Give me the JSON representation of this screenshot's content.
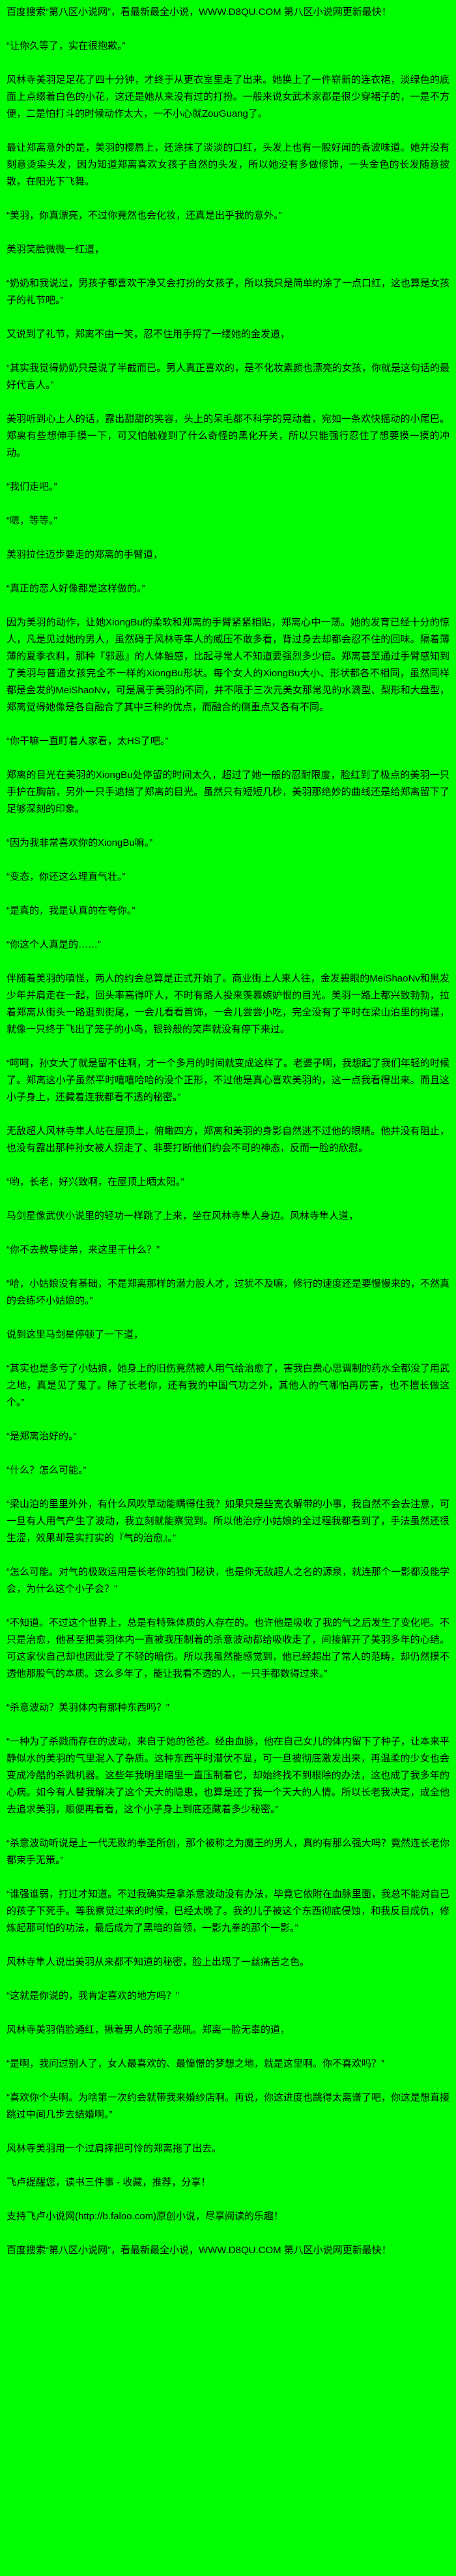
{
  "page": {
    "background_color": "#00ff00",
    "text_color": "#000000"
  },
  "header": {
    "promo": "百度搜索“第八区小说网”，看最新最全小说，WWW.D8QU.COM 第八区小说网更新最快！"
  },
  "content": {
    "paragraphs": [
      "“让你久等了，实在很抱歉。”",
      "风林寺美羽足足花了四十分钟，才终于从更衣室里走了出来。她换上了一件崭新的连衣裙，淡绿色的底面上点缀着白色的小花，这还是她从来没有过的打扮。一般来说女武术家都是很少穿裙子的，一是不方便，二是怕打斗的时候动作太大，一不小心就ZouGuang了。",
      "最让郑离意外的是，美羽的樱唇上，还涂抹了淡淡的口红，头发上也有一股好闻的香波味道。她并没有刻意烫染头发，因为知道郑离喜欢女孩子自然的头发，所以她没有多做修饰，一头金色的长发随意披散，在阳光下飞舞。",
      "“美羽，你真漂亮，不过你竟然也会化妆，还真是出乎我的意外。”",
      "美羽笑脸微微一红道，",
      "“奶奶和我说过，男孩子都喜欢干净又会打扮的女孩子，所以我只是简单的涂了一点口红，这也算是女孩子的礼节吧。”",
      "又说到了礼节，郑离不由一笑，忍不住用手捋了一缕她的金发道，",
      "“其实我觉得奶奶只是说了半截而已。男人真正喜欢的，是不化妆素颜也漂亮的女孩，你就是这句话的最好代言人。”",
      "美羽听到心上人的话，露出甜甜的笑容，头上的呆毛都不科学的晃动着，宛如一条欢快摇动的小尾巴。郑离有些想伸手摸一下，可又怕触碰到了什么奇怪的黑化开关，所以只能强行忍住了想要摸一摸的冲动。",
      "“我们走吧。”",
      "“嗯，等等。”",
      "美羽拉住迈步要走的郑离的手臂道，",
      "“真正的恋人好像都是这样做的。”",
      "因为美羽的动作，让她XiongBu的柔软和郑离的手臂紧紧相贴，郑离心中一荡。她的发育已经十分的惊人，凡是见过她的男人，虽然碍于风林寺隼人的威压不敢多看，背过身去却都会忍不住的回味。隔着薄薄的夏季衣料，那种『邪恶』的人体触感，比起寻常人不知道要强烈多少倍。郑离甚至通过手臂感知到了美羽与普通女孩完全不一样的XiongBu形状。每个女人的XiongBu大小、形状都各不相同，虽然同样都是金发的MeiShaoNv，可是属于美羽的不同，并不限于三次元美女那常见的水滴型、梨形和大盘型，郑离觉得她像是各自融合了其中三种的优点，而融合的侧重点又各有不同。",
      "“你干嘛一直盯着人家看，太HS了吧。”",
      "郑离的目光在美羽的XiongBu处停留的时间太久，超过了她一般的忍耐限度，脸红到了极点的美羽一只手护在胸前，另外一只手遮挡了郑离的目光。虽然只有短短几秒，美羽那绝妙的曲线还是给郑离留下了足够深刻的印象。",
      "“因为我非常喜欢你的XiongBu嘛。”",
      "“变态，你还这么理直气壮。”",
      "“是真的，我是认真的在夸你。”",
      "“你这个人真是的……”",
      "伴随着美羽的嗔怪，两人的约会总算是正式开始了。商业街上人来人往，金发碧眼的MeiShaoNv和黑发少年并肩走在一起，回头率高得吓人，不时有路人投来羡慕嫉妒恨的目光。美羽一路上都兴致勃勃，拉着郑离从街头一路逛到街尾，一会儿看看首饰，一会儿尝尝小吃，完全没有了平时在梁山泊里的拘谨，就像一只终于飞出了笼子的小鸟，银铃般的笑声就没有停下来过。",
      "“呵呵，孙女大了就是留不住啊，才一个多月的时间就变成这样了。老婆子啊，我想起了我们年轻的时候了。郑离这小子虽然平时嘻嘻哈哈的没个正形，不过他是真心喜欢美羽的，这一点我看得出来。而且这小子身上，还藏着连我都看不透的秘密。”",
      "无敌超人风林寺隼人站在屋顶上，俯瞰四方，郑离和美羽的身影自然逃不过他的眼睛。他并没有阻止，也没有露出那种孙女被人拐走了、非要打断他们约会不可的神态，反而一脸的欣慰。",
      "“哟，长老，好兴致啊，在屋顶上晒太阳。”",
      "马剑星像武侠小说里的轻功一样跳了上来，坐在风林寺隼人身边。风林寺隼人道，",
      "“你不去教导徒弟，来这里干什么？”",
      "“哈，小姑娘没有基础，不是郑离那样的潜力股人才，过犹不及嘛，修行的速度还是要慢慢来的，不然真的会练坏小姑娘的。”",
      "说到这里马剑星停顿了一下道，",
      "“其实也是多亏了小姑娘，她身上的旧伤竟然被人用气给治愈了，害我白费心思调制的药水全都没了用武之地，真是见了鬼了。除了长老你，还有我的中国气功之外，其他人的气哪怕再厉害，也不擅长做这个。”",
      "“是郑离治好的。”",
      "“什么？怎么可能。”",
      "“梁山泊的里里外外，有什么风吹草动能瞒得住我？如果只是些宽衣解带的小事，我自然不会去注意，可一旦有人用气产生了波动，我立刻就能察觉到。所以他治疗小姑娘的全过程我都看到了，手法虽然还很生涩，效果却是实打实的『气的治愈』。”",
      "“怎么可能。对气的极致运用是长老你的独门秘诀，也是你无敌超人之名的源泉，就连那个一影都没能学会，为什么这个小子会？”",
      "“不知道。不过这个世界上，总是有特殊体质的人存在的。也许他是吸收了我的气之后发生了变化吧。不只是治愈，他甚至把美羽体内一直被我压制着的杀意波动都给吸收走了，间接解开了美羽多年的心结。可这家伙自己却也因此受了不轻的暗伤。所以我虽然能感觉到，他已经超出了常人的范畴，却仍然摸不透他那股气的本质。这么多年了，能让我看不透的人，一只手都数得过来。”",
      "“杀意波动？美羽体内有那种东西吗？”",
      "“一种为了杀戮而存在的波动，来自于她的爸爸。经由血脉，他在自己女儿的体内留下了种子，让本来平静似水的美羽的气里混入了杂质。这种东西平时潜伏不显，可一旦被彻底激发出来，再温柔的少女也会变成冷酷的杀戮机器。这些年我明里暗里一直压制着它，却始终找不到根除的办法，这也成了我多年的心病。如今有人替我解决了这个天大的隐患，也算是还了我一个天大的人情。所以长老我决定，成全他去追求美羽，顺便再看看，这个小子身上到底还藏着多少秘密。”",
      "“杀意波动听说是上一代无败的拳圣所创，那个被称之为魔王的男人，真的有那么强大吗？竟然连长老你都束手无策。”",
      "“谁强谁弱，打过才知道。不过我确实是拿杀意波动没有办法，毕竟它依附在血脉里面，我总不能对自己的孩子下死手。等我察觉过来的时候，已经太晚了。我的儿子被这个东西彻底侵蚀，和我反目成仇，修炼起那可怕的功法，最后成为了黑暗的首领，一影九拳的那个一影。”",
      "风林寺隼人说出美羽从来都不知道的秘密，脸上出现了一丝痛苦之色。",
      "“这就是你说的，我肯定喜欢的地方吗？”",
      "风林寺美羽俏脸通红，揪着男人的领子悲吼。郑离一脸无辜的道，",
      "“是啊，我问过别人了，女人最喜欢的、最憧憬的梦想之地，就是这里啊。你不喜欢吗？”",
      "“喜欢你个头啊。为啥第一次约会就带我来婚纱店啊。再说，你这进度也跳得太离谱了吧，你这是想直接跳过中间几步去结婚啊。”",
      "风林寺美羽用一个过肩摔把可怜的郑离拖了出去。"
    ]
  },
  "footer": {
    "reminder": "飞卢提醒您，读书三件事 - 收藏，推荐，分享！",
    "faloo_support": "支持飞卢小说网(http://b.faloo.com)原创小说，尽享阅读的乐趣！",
    "promo": "百度搜索“第八区小说网”，看最新最全小说，WWW.D8QU.COM 第八区小说网更新最快！"
  }
}
